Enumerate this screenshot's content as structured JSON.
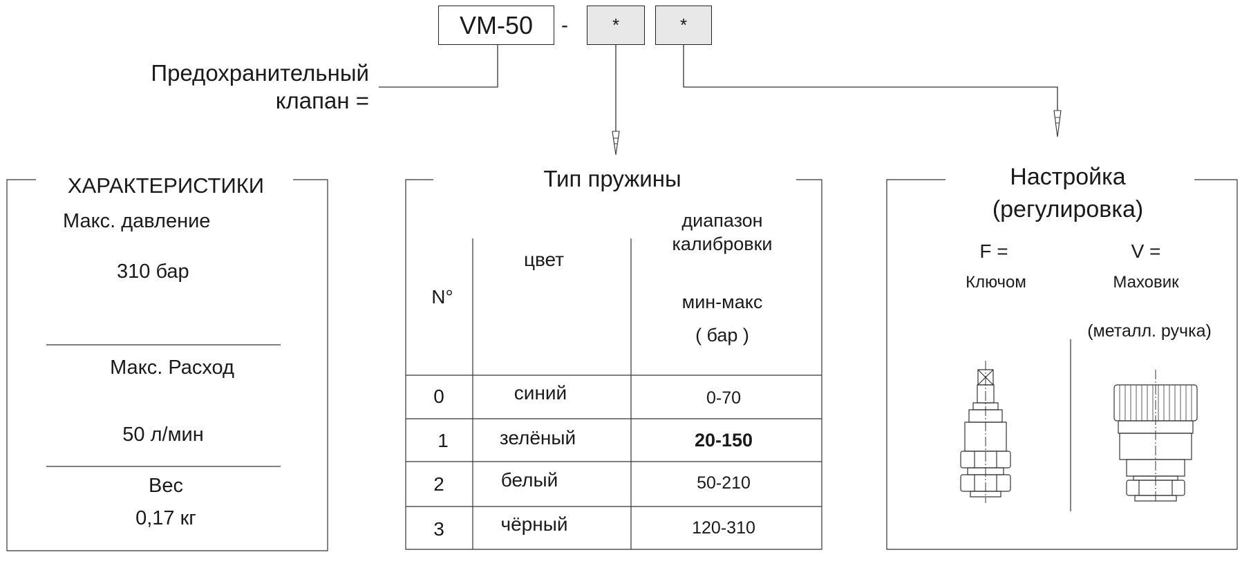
{
  "code": {
    "model": "VM-50",
    "separator": "-",
    "spring_placeholder": "*",
    "adjust_placeholder": "*"
  },
  "label": {
    "line1": "Предохранительный",
    "line2": "клапан ="
  },
  "characteristics": {
    "title": "ХАРАКТЕРИСТИКИ",
    "max_pressure_label": "Макс. давление",
    "max_pressure_value": "310 бар",
    "max_flow_label": "Макс. Расход",
    "max_flow_value": "50 л/мин",
    "weight_label": "Вес",
    "weight_value": "0,17 кг"
  },
  "spring": {
    "title": "Тип пружины",
    "col_no": "N°",
    "col_color": "цвет",
    "col_range_line1": "диапазон",
    "col_range_line2": "калибровки",
    "col_range_line3": "мин-макс",
    "col_range_line4": "( бар )",
    "rows": [
      {
        "no": "0",
        "color": "синий",
        "range": "0-70"
      },
      {
        "no": "1",
        "color": "зелёный",
        "range": "20-150"
      },
      {
        "no": "2",
        "color": "белый",
        "range": "50-210"
      },
      {
        "no": "3",
        "color": "чёрный",
        "range": "120-310"
      }
    ]
  },
  "adjustment": {
    "title_line1": "Настройка",
    "title_line2": "(регулировка)",
    "opt_f_code": "F =",
    "opt_f_name": "Ключом",
    "opt_v_code": "V =",
    "opt_v_name": "Маховик",
    "opt_v_note": "(металл. ручка)",
    "icon_f": "wrench-adjust-valve-icon",
    "icon_v": "handwheel-valve-icon"
  }
}
